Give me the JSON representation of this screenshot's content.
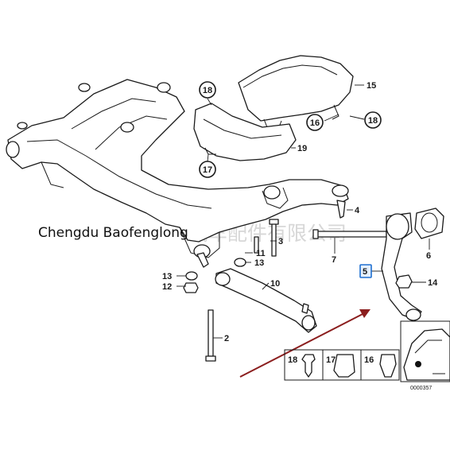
{
  "diagram": {
    "brand_overlay": "Chengdu Baofenglong",
    "watermark": "汽车配件有限公司",
    "figure_code": "0000357",
    "callouts": {
      "c1": "15",
      "c2": "18",
      "c3": "16",
      "c4": "18",
      "c5": "17",
      "c6": "19",
      "c7": "4",
      "c8": "3",
      "c9": "11",
      "c10": "13",
      "c11": "13",
      "c12": "12",
      "c13": "10",
      "c14": "2",
      "c15": "7",
      "c16": "6",
      "c17": "5",
      "c18": "14"
    },
    "inset_labels": {
      "fastener_a": "18",
      "fastener_b": "17",
      "fastener_c": "16"
    },
    "colors": {
      "line": "#1a1a1a",
      "arrow": "#8b1e1e",
      "highlight": "#1e6fd0",
      "watermark": "#d7d7d7"
    }
  }
}
